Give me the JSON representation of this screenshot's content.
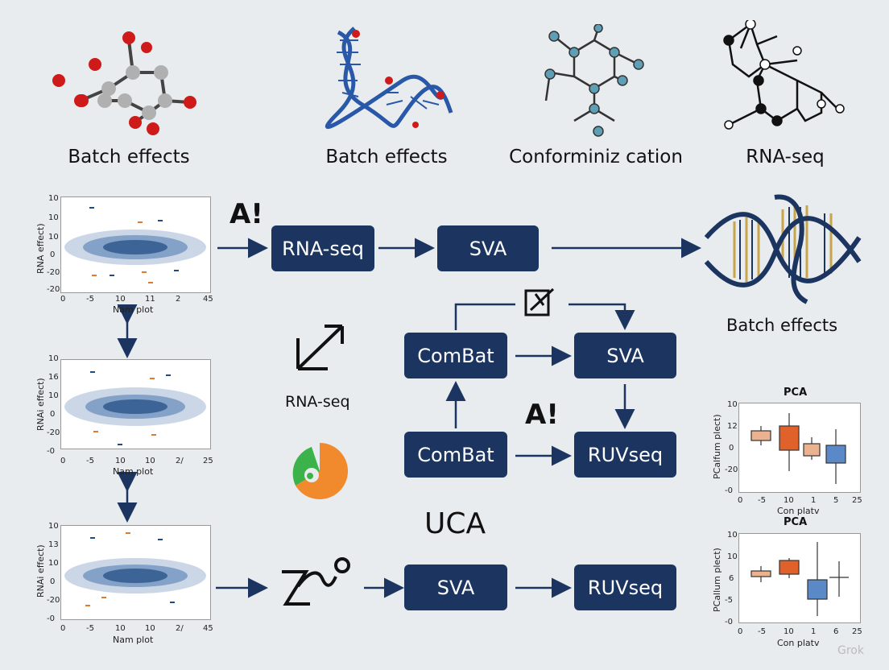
{
  "top_captions": [
    "Batch effects",
    "Batch effects",
    "Conforminiz cation",
    "RNA-seq"
  ],
  "boxes": {
    "rnaseq_top": "RNA-seq",
    "sva_top": "SVA",
    "combat_1": "ComBat",
    "sva_mid": "SVA",
    "combat_2": "ComBat",
    "ruvseq_mid": "RUVseq",
    "sva_bottom": "SVA",
    "ruvseq_bottom": "RUVseq"
  },
  "labels": {
    "ai_1": "A!",
    "ai_2": "A!",
    "rnaseq_left": "RNA-seq",
    "uca": "UCA",
    "batch_effects_right": "Batch effects",
    "watermark": "Grok"
  },
  "scatter_plots": [
    {
      "ylabel": "RNA effect)",
      "xlabel": "Nam plot",
      "yticks": [
        "10",
        "10",
        "10",
        "0",
        "-20",
        "-20"
      ],
      "xticks": [
        "0",
        "-5",
        "10",
        "11",
        "2",
        "45"
      ]
    },
    {
      "ylabel": "RNAi effect)",
      "xlabel": "Nam plot",
      "yticks": [
        "10",
        "16",
        "10",
        "0",
        "-20",
        "-0"
      ],
      "xticks": [
        "0",
        "-5",
        "10",
        "10",
        "2/",
        "25"
      ]
    },
    {
      "ylabel": "RNAi effect)",
      "xlabel": "Nam plot",
      "yticks": [
        "10",
        "13",
        "10",
        "0",
        "-20",
        "-0"
      ],
      "xticks": [
        "0",
        "-5",
        "10",
        "10",
        "2/",
        "45"
      ]
    }
  ],
  "pca_plots": [
    {
      "title": "PCA",
      "ylabel": "PCalfum plect)",
      "xlabel": "Con platv",
      "yticks": [
        "10",
        "12",
        "0",
        "-20",
        "-0"
      ],
      "xticks": [
        "0",
        "-5",
        "10",
        "1",
        "5",
        "25"
      ]
    },
    {
      "title": "PCA",
      "ylabel": "PCallum plect)",
      "xlabel": "Con platv",
      "yticks": [
        "10",
        "10",
        "6",
        "-5",
        "-0"
      ],
      "xticks": [
        "0",
        "-5",
        "10",
        "1",
        "6",
        "25"
      ]
    }
  ],
  "colors": {
    "box_bg": "#1b3560",
    "arrow": "#1b3560",
    "scatter_blue": "#2f5f9f",
    "scatter_orange": "#e07a2e",
    "pca_salmon": "#eab28f",
    "pca_orange": "#e0622a",
    "pca_blue": "#5b88c6"
  }
}
